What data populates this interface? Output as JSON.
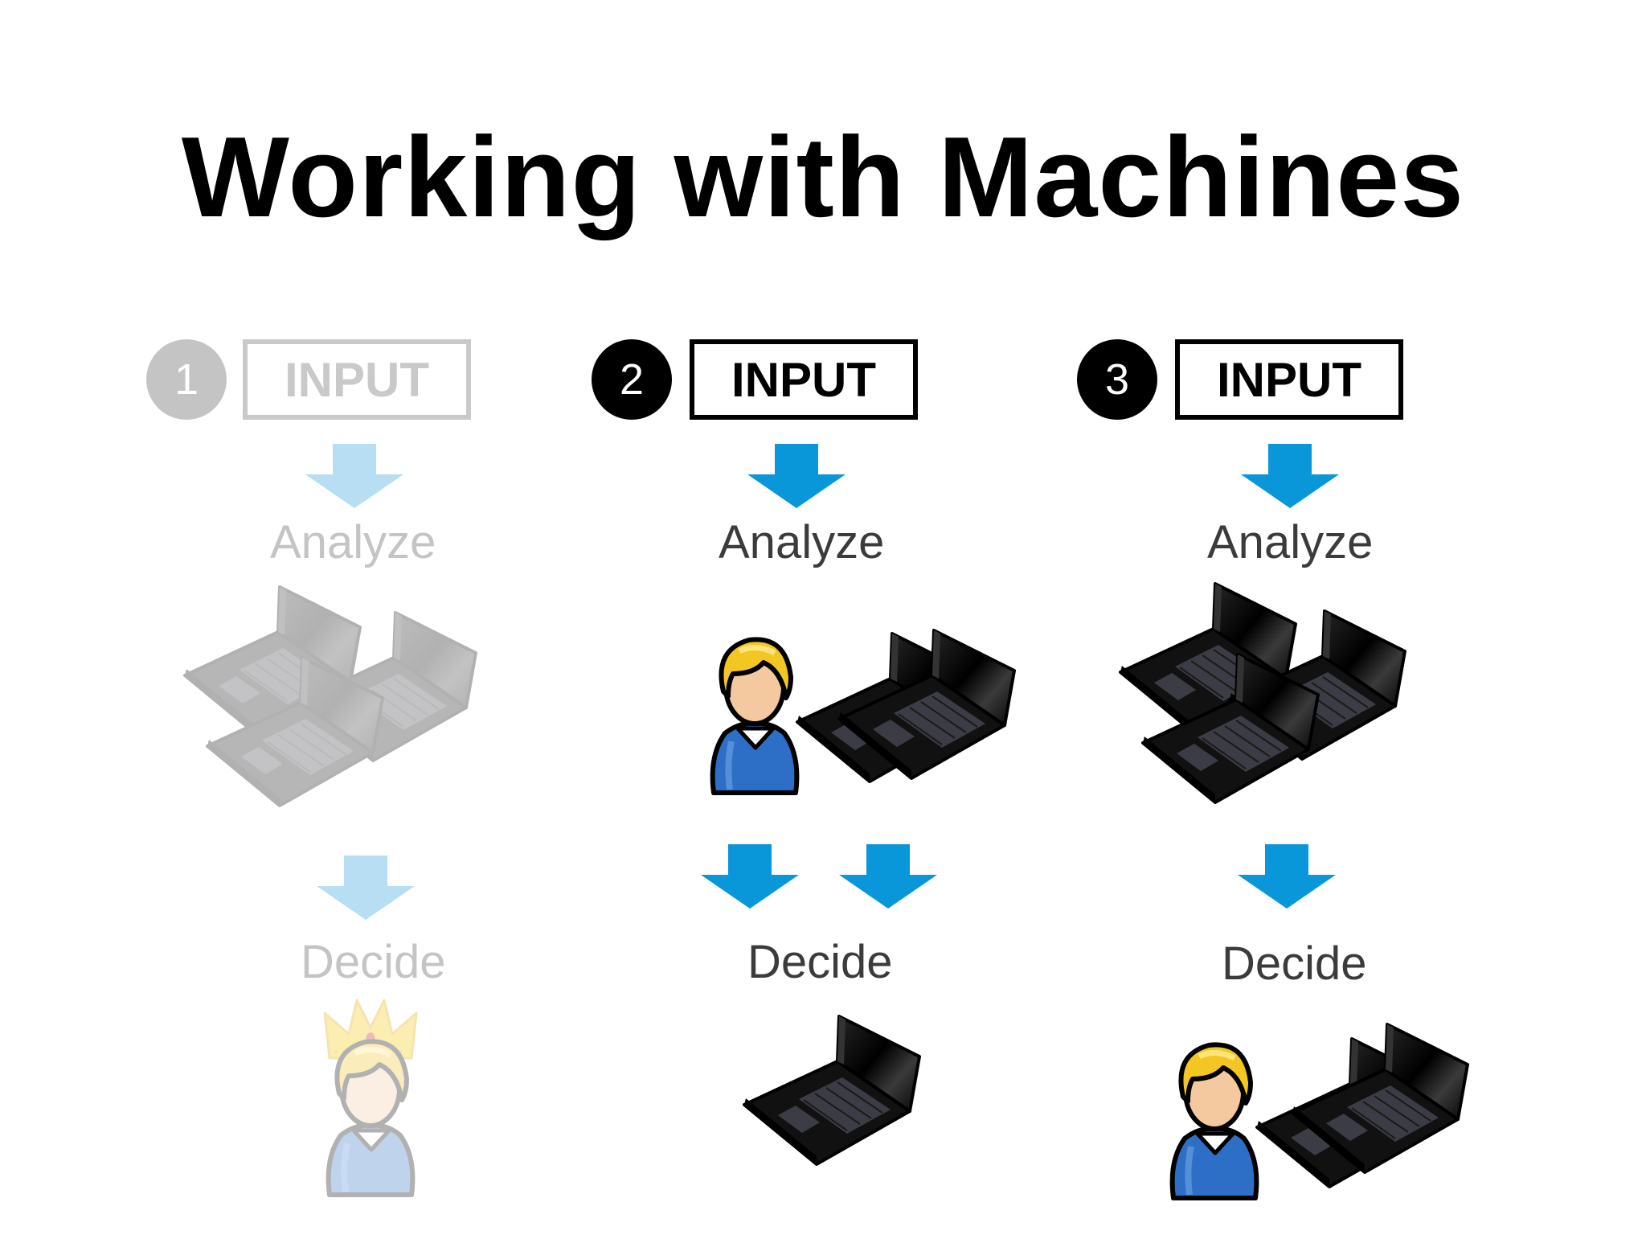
{
  "title": "Working with Machines",
  "columns": [
    {
      "number": "1",
      "input_label": "INPUT",
      "analyze_label": "Analyze",
      "decide_label": "Decide"
    },
    {
      "number": "2",
      "input_label": "INPUT",
      "analyze_label": "Analyze",
      "decide_label": "Decide"
    },
    {
      "number": "3",
      "input_label": "INPUT",
      "analyze_label": "Analyze",
      "decide_label": "Decide"
    }
  ],
  "colors": {
    "arrow": "#0a97d9",
    "arrow_dim": "#b7def3",
    "text_dim": "#c4c4c4"
  },
  "icons": [
    "down-arrow-icon",
    "laptop-icon",
    "person-icon",
    "crown-icon"
  ]
}
